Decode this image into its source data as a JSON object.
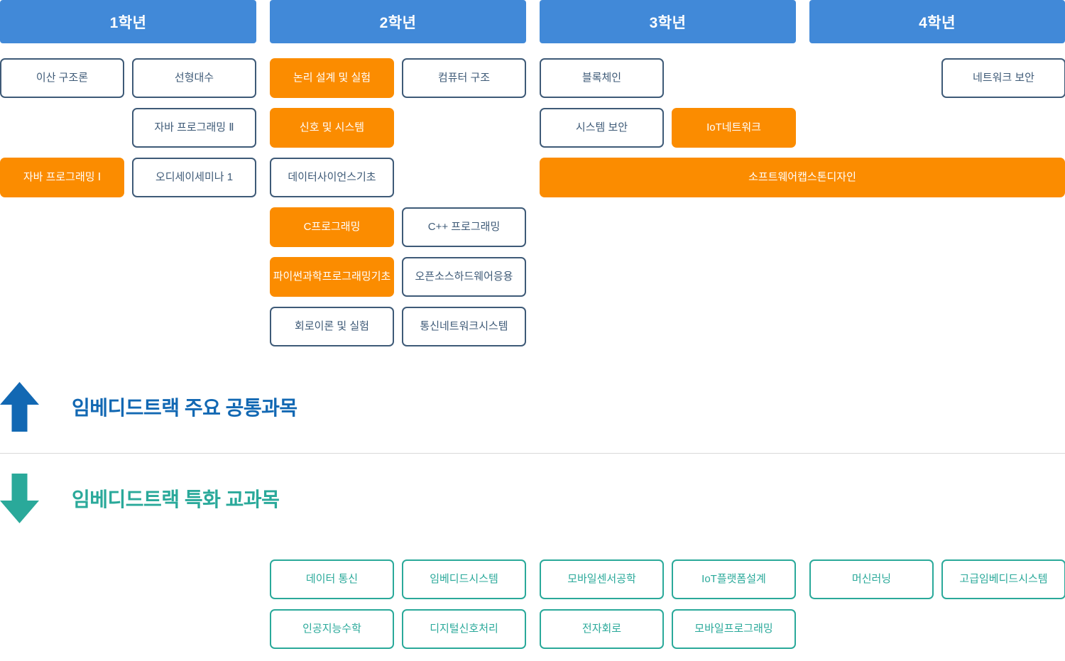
{
  "palette": {
    "header_blue": "#4189d8",
    "course_orange": "#fb8c00",
    "outline_navy": "#3e5a77",
    "accent_teal": "#2aa99a",
    "title_blue": "#1268b3"
  },
  "year_headers": [
    "1학년",
    "2학년",
    "3학년",
    "4학년"
  ],
  "sections": {
    "common": {
      "title": "임베디드트랙 주요 공통과목",
      "arrow_icon": "up-arrow"
    },
    "special": {
      "title": "임베디드트랙 특화 교과목",
      "arrow_icon": "down-arrow"
    }
  },
  "common_courses": [
    {
      "label": "이산 구조론",
      "year": 1,
      "col": 0,
      "row": 1,
      "variant": "outline"
    },
    {
      "label": "선형대수",
      "year": 1,
      "col": 1,
      "row": 1,
      "variant": "outline"
    },
    {
      "label": "자바 프로그래밍 Ⅱ",
      "year": 1,
      "col": 1,
      "row": 2,
      "variant": "outline"
    },
    {
      "label": "자바 프로그래밍 Ⅰ",
      "year": 1,
      "col": 0,
      "row": 3,
      "variant": "orange"
    },
    {
      "label": "오디세이세미나 1",
      "year": 1,
      "col": 1,
      "row": 3,
      "variant": "outline"
    },
    {
      "label": "논리 설계 및 실험",
      "year": 2,
      "col": 0,
      "row": 1,
      "variant": "orange"
    },
    {
      "label": "컴퓨터 구조",
      "year": 2,
      "col": 1,
      "row": 1,
      "variant": "outline"
    },
    {
      "label": "신호 및 시스템",
      "year": 2,
      "col": 0,
      "row": 2,
      "variant": "orange"
    },
    {
      "label": "데이터사이언스기초",
      "year": 2,
      "col": 0,
      "row": 3,
      "variant": "outline"
    },
    {
      "label": "C프로그래밍",
      "year": 2,
      "col": 0,
      "row": 4,
      "variant": "orange"
    },
    {
      "label": "C++ 프로그래밍",
      "year": 2,
      "col": 1,
      "row": 4,
      "variant": "outline"
    },
    {
      "label": "파이썬과학프로그래밍기초",
      "year": 2,
      "col": 0,
      "row": 5,
      "variant": "orange"
    },
    {
      "label": "오픈소스하드웨어응용",
      "year": 2,
      "col": 1,
      "row": 5,
      "variant": "outline"
    },
    {
      "label": "회로이론 및 실험",
      "year": 2,
      "col": 0,
      "row": 6,
      "variant": "outline"
    },
    {
      "label": "통신네트워크시스템",
      "year": 2,
      "col": 1,
      "row": 6,
      "variant": "outline"
    },
    {
      "label": "블록체인",
      "year": 3,
      "col": 0,
      "row": 1,
      "variant": "outline"
    },
    {
      "label": "시스템 보안",
      "year": 3,
      "col": 0,
      "row": 2,
      "variant": "outline"
    },
    {
      "label": "IoT네트워크",
      "year": 3,
      "col": 1,
      "row": 2,
      "variant": "orange"
    },
    {
      "label": "소프트웨어캡스톤디자인",
      "year": 3,
      "col": 0,
      "row": 3,
      "variant": "orange",
      "wide": true
    },
    {
      "label": "네트워크 보안",
      "year": 4,
      "col": 1,
      "row": 1,
      "variant": "outline"
    }
  ],
  "special_courses": [
    {
      "label": "데이터 통신",
      "col": 2,
      "row": 1
    },
    {
      "label": "임베디드시스템",
      "col": 3,
      "row": 1
    },
    {
      "label": "모바일센서공학",
      "col": 4,
      "row": 1
    },
    {
      "label": "IoT플랫폼설계",
      "col": 5,
      "row": 1
    },
    {
      "label": "머신러닝",
      "col": 6,
      "row": 1
    },
    {
      "label": "고급임베디드시스템",
      "col": 7,
      "row": 1
    },
    {
      "label": "인공지능수학",
      "col": 2,
      "row": 2
    },
    {
      "label": "디지털신호처리",
      "col": 3,
      "row": 2
    },
    {
      "label": "전자회로",
      "col": 4,
      "row": 2
    },
    {
      "label": "모바일프로그래밍",
      "col": 5,
      "row": 2
    }
  ]
}
